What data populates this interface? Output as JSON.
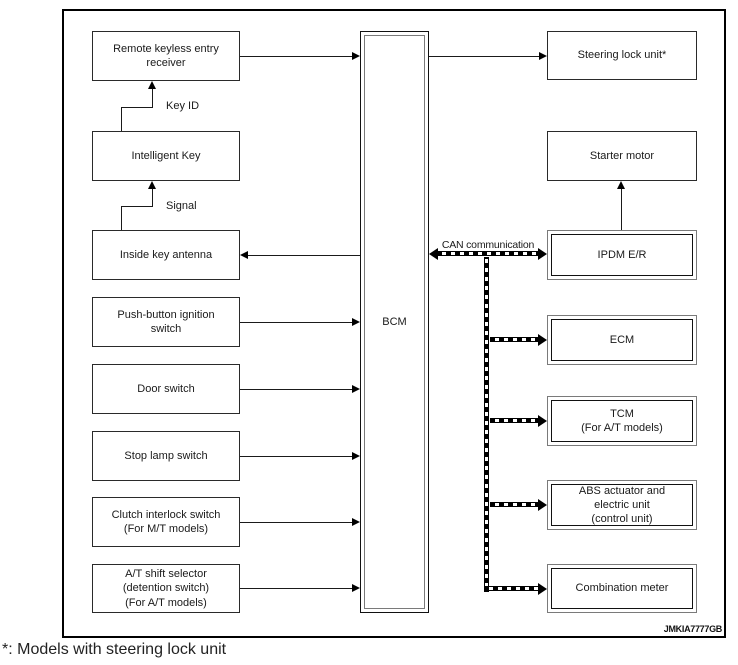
{
  "diagram": {
    "bcm_label": "BCM",
    "left_boxes": [
      {
        "label": "Remote keyless entry\nreceiver"
      },
      {
        "label": "Intelligent Key"
      },
      {
        "label": "Inside key antenna"
      },
      {
        "label": "Push-button ignition\nswitch"
      },
      {
        "label": "Door switch"
      },
      {
        "label": "Stop lamp switch"
      },
      {
        "label": "Clutch interlock switch\n(For M/T models)"
      },
      {
        "label": "A/T shift selector\n(detention switch)\n(For A/T models)"
      }
    ],
    "right_boxes": [
      {
        "label": "Steering lock unit*"
      },
      {
        "label": "Starter motor"
      },
      {
        "label": "IPDM E/R"
      },
      {
        "label": "ECM"
      },
      {
        "label": "TCM\n(For A/T models)"
      },
      {
        "label": "ABS actuator and\nelectric unit\n(control unit)"
      },
      {
        "label": "Combination meter"
      }
    ],
    "wire_labels": {
      "key_id": "Key ID",
      "signal": "Signal",
      "can": "CAN communication"
    },
    "watermark": "JMKIA7777GB",
    "footnote": "*: Models with steering lock unit",
    "colors": {
      "line": "#000000",
      "background": "#ffffff"
    }
  }
}
